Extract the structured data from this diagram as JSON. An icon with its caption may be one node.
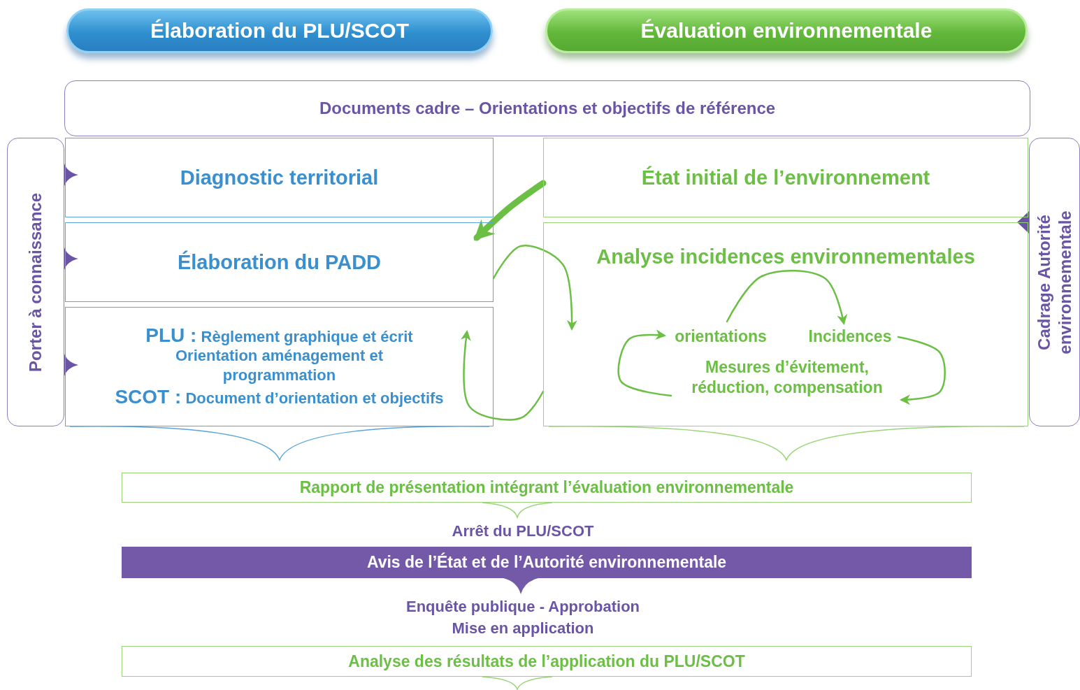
{
  "diagram": {
    "nodes": [
      {
        "text": [
          "Élaboration du PLU/SCOT"
        ]
      },
      {
        "text": [
          "Évaluation environnementale"
        ]
      },
      {
        "text": [
          "Documents cadre – Orientations et objectifs de référence"
        ]
      },
      {
        "text": [
          "Porter à connaissance"
        ]
      },
      {
        "text": [
          "Diagnostic territorial"
        ]
      },
      {
        "text": [
          "Élaboration du PADD"
        ]
      },
      {
        "text": [
          "**PLU :** Règlement graphique et écrit Orientation aménagement et programmation",
          "**SCOT :** Document d’orientation et objectifs"
        ]
      },
      {
        "text": [
          "État initial de l’environnement"
        ]
      },
      {
        "text": [
          "Analyse incidences environnementales"
        ]
      },
      {
        "text": [
          "orientations"
        ],
        "in": 8
      },
      {
        "text": [
          "Incidences"
        ],
        "in": 8
      },
      {
        "text": [
          "Mesures d’évitement, réduction, compensation"
        ],
        "in": 8
      },
      {
        "text": [
          "Cadrage Autorité environnementale"
        ]
      },
      {
        "text": [
          "Rapport de présentation intégrant l’évaluation environnementale"
        ]
      },
      {
        "text": [
          "Avis de l’État et de l’Autorité environnementale"
        ]
      },
      {
        "text": [
          "Analyse des résultats de l’application du PLU/SCOT"
        ]
      }
    ],
    "edges": [
      {
        "from": 7,
        "to": 5,
        "arrow": "to",
        "style": "thick"
      },
      {
        "from": 5,
        "to": 8,
        "arrow": "to"
      },
      {
        "from": 8,
        "to": 6,
        "arrow": "to"
      },
      {
        "from": 9,
        "to": 10,
        "arrow": "to"
      },
      {
        "from": 10,
        "to": 11,
        "arrow": "to"
      },
      {
        "from": 11,
        "to": 9,
        "arrow": "to"
      }
    ],
    "labels": [
      "Arrêt du PLU/SCOT",
      "Enquête publique - Approbation Mise en application"
    ]
  }
}
